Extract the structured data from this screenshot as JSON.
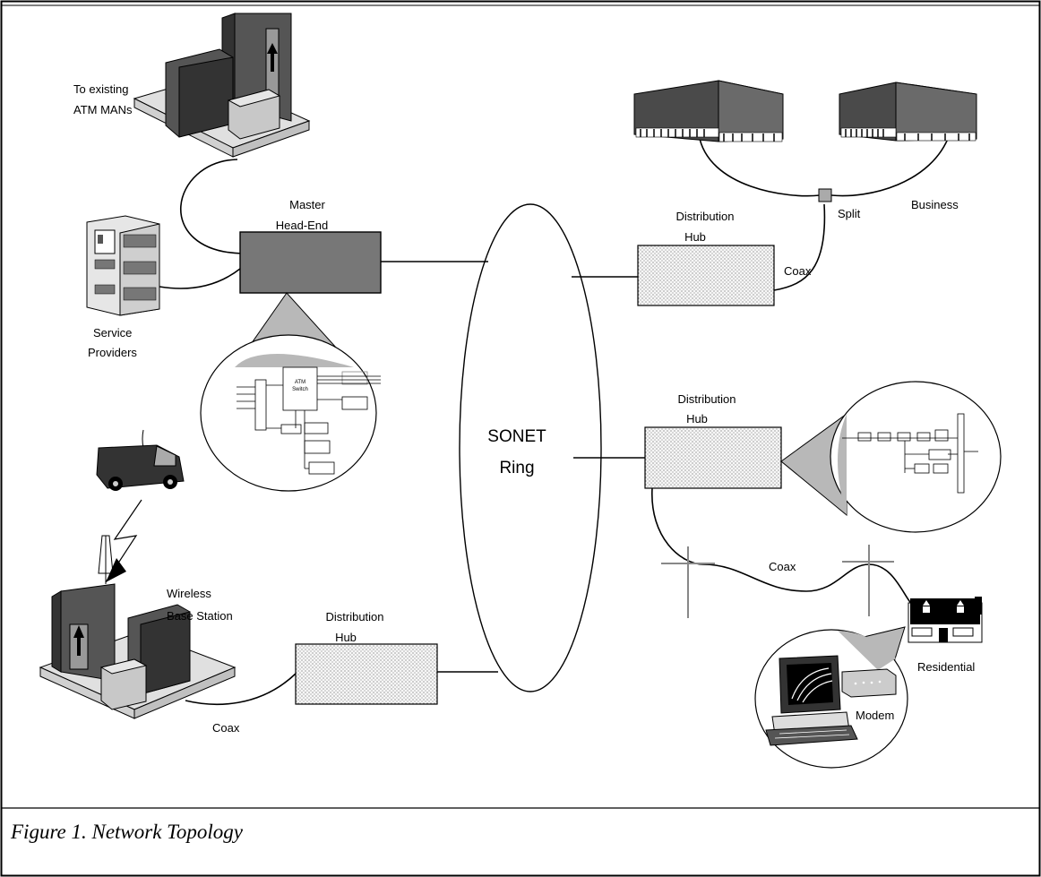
{
  "caption": "Figure 1.  Network Topology",
  "labels": {
    "to_existing_1": "To existing",
    "to_existing_2": "ATM MANs",
    "master_1": "Master",
    "master_2": "Head-End",
    "service_1": "Service",
    "service_2": "Providers",
    "sonet_1": "SONET",
    "sonet_2": "Ring",
    "dist_hub_top_1": "Distribution",
    "dist_hub_top_2": "Hub",
    "dist_hub_mid_1": "Distribution",
    "dist_hub_mid_2": "Hub",
    "dist_hub_bottom_1": "Distribution",
    "dist_hub_bottom_2": "Hub",
    "split": "Split",
    "business": "Business",
    "coax_top": "Coax",
    "coax_mid": "Coax",
    "coax_bottom": "Coax",
    "wireless_1": "Wireless",
    "wireless_2": "Base Station",
    "residential": "Residential",
    "modem": "Modem",
    "atm_switch_1": "ATM",
    "atm_switch_2": "Switch"
  },
  "colors": {
    "head_end_fill": "#777777",
    "hub_fill": "#f2f2f2",
    "callout_fill": "#b8b8b8",
    "building": "#5a5a5a",
    "line": "#000000"
  }
}
